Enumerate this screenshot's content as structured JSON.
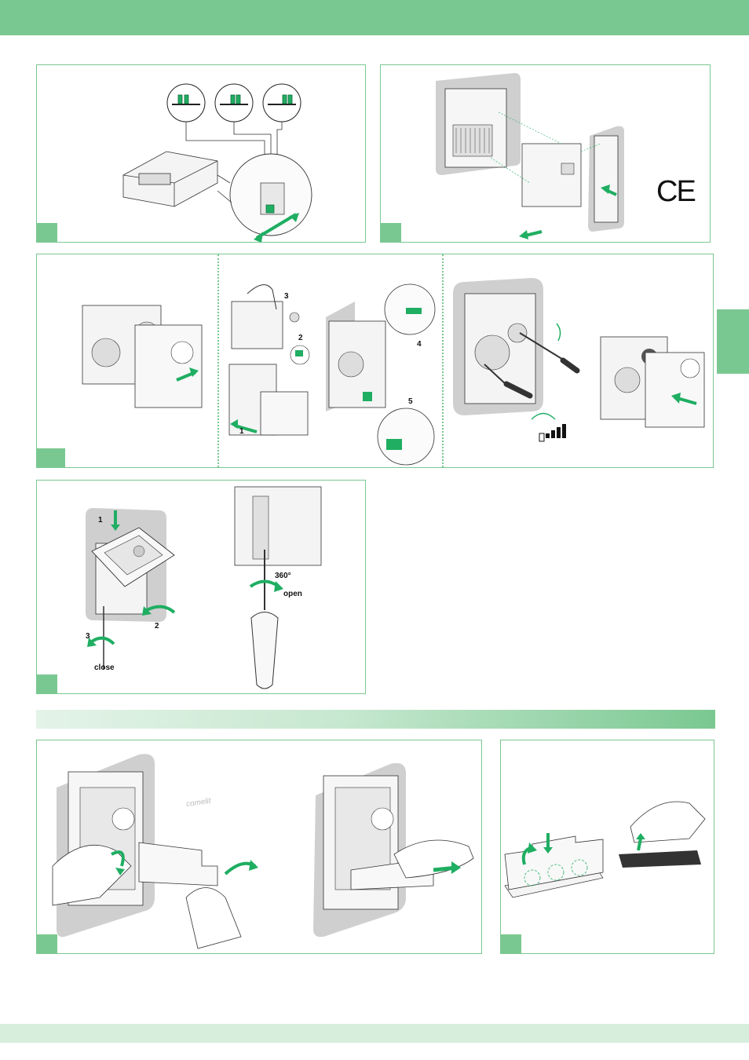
{
  "colors": {
    "accent": "#7ac891",
    "arrow": "#1fae62",
    "light_band": "#d7eedd"
  },
  "panel4": {
    "step_labels": [
      "1",
      "2",
      "3",
      "4",
      "5"
    ]
  },
  "panel5": {
    "labels": {
      "step1": "1",
      "step2": "2",
      "step3": "3",
      "close": "close",
      "rotation": "360°",
      "open": "open"
    }
  },
  "logos": {
    "ce_mark": "CE",
    "brand": "comelit"
  }
}
